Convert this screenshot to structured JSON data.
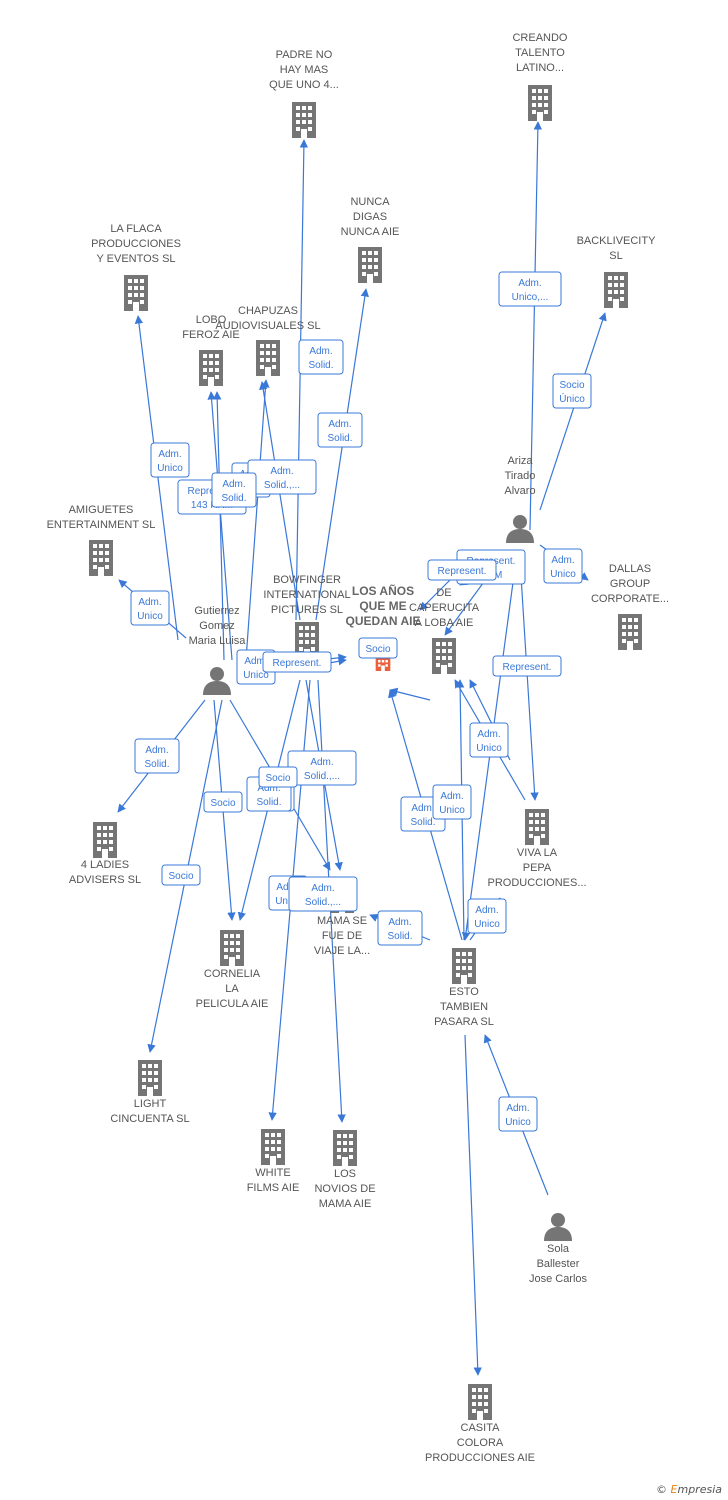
{
  "colors": {
    "edge": "#3a78d8",
    "company": "#757575",
    "focus": "#e8603c",
    "person": "#757575"
  },
  "nodes": [
    {
      "id": "padre",
      "type": "company",
      "lines": [
        "PADRE NO",
        "HAY MAS",
        "QUE UNO 4..."
      ]
    },
    {
      "id": "creando",
      "type": "company",
      "lines": [
        "CREANDO",
        "TALENTO",
        "LATINO..."
      ]
    },
    {
      "id": "nunca",
      "type": "company",
      "lines": [
        "NUNCA",
        "DIGAS",
        "NUNCA AIE"
      ]
    },
    {
      "id": "backlive",
      "type": "company",
      "lines": [
        "BACKLIVECITY",
        "SL"
      ]
    },
    {
      "id": "flaca",
      "type": "company",
      "lines": [
        "LA FLACA",
        "PRODUCCIONES",
        "Y EVENTOS  SL"
      ]
    },
    {
      "id": "lobo",
      "type": "company",
      "lines": [
        "LOBO",
        "FEROZ  AIE"
      ]
    },
    {
      "id": "chapuzas",
      "type": "company",
      "lines": [
        "CHAPUZAS",
        "AUDIOVISUALES SL"
      ]
    },
    {
      "id": "ariza",
      "type": "person",
      "lines": [
        "Ariza",
        "Tirado",
        "Alvaro"
      ]
    },
    {
      "id": "amiguetes",
      "type": "company",
      "lines": [
        "AMIGUETES",
        "ENTERTAINMENT SL"
      ]
    },
    {
      "id": "dallas",
      "type": "company",
      "lines": [
        "DALLAS",
        "GROUP",
        "CORPORATE..."
      ]
    },
    {
      "id": "bowfinger",
      "type": "company",
      "lines": [
        "BOWFINGER",
        "INTERNATIONAL",
        "PICTURES SL"
      ]
    },
    {
      "id": "losanos",
      "type": "focus",
      "lines": [
        "LOS AÑOS",
        "QUE ME",
        "QUEDAN  AIE"
      ]
    },
    {
      "id": "caperucita",
      "type": "company",
      "lines": [
        "DE",
        "CAPERUCITA",
        "A LOBA  AIE"
      ]
    },
    {
      "id": "gutierrez",
      "type": "person",
      "lines": [
        "Gutierrez",
        "Gomez",
        "Maria Luisa"
      ]
    },
    {
      "id": "fourladies",
      "type": "company",
      "lines": [
        "4 LADIES",
        "ADVISERS  SL"
      ]
    },
    {
      "id": "vivalapepa",
      "type": "company",
      "lines": [
        "VIVA LA",
        "PEPA",
        "PRODUCCIONES..."
      ]
    },
    {
      "id": "mamase",
      "type": "company",
      "lines": [
        "MAMA SE",
        "FUE DE",
        "VIAJE LA..."
      ]
    },
    {
      "id": "cornelia",
      "type": "company",
      "lines": [
        "CORNELIA",
        "LA",
        "PELICULA  AIE"
      ]
    },
    {
      "id": "esto",
      "type": "company",
      "lines": [
        "ESTO",
        "TAMBIEN",
        "PASARA  SL"
      ]
    },
    {
      "id": "light",
      "type": "company",
      "lines": [
        "LIGHT",
        "CINCUENTA  SL"
      ]
    },
    {
      "id": "white",
      "type": "company",
      "lines": [
        "WHITE",
        "FILMS AIE"
      ]
    },
    {
      "id": "novios",
      "type": "company",
      "lines": [
        "LOS",
        "NOVIOS DE",
        "MAMA AIE"
      ]
    },
    {
      "id": "sola",
      "type": "person",
      "lines": [
        "Sola",
        "Ballester",
        "Jose Carlos"
      ]
    },
    {
      "id": "casita",
      "type": "company",
      "lines": [
        "CASITA",
        "COLORA",
        "PRODUCCIONES AIE"
      ]
    }
  ],
  "edge_labels": [
    [
      "Adm.",
      "Unico,..."
    ],
    [
      "Socio",
      "Único"
    ],
    [
      "Adm.",
      "Solid."
    ],
    [
      "Adm.",
      "Solid."
    ],
    [
      "Adm.",
      "Unico"
    ],
    [
      "Represent.",
      "143 RRM"
    ],
    [
      "Adm.",
      "Unico"
    ],
    [
      "Adm.",
      "Solid.,..."
    ],
    [
      "Adm.",
      "Solid."
    ],
    [
      "Adm.",
      "Unico"
    ],
    [
      "Adm.",
      "Unico"
    ],
    [
      "Represent."
    ],
    [
      "Socio"
    ],
    [
      "Represent.",
      "RRM"
    ],
    [
      "Represent."
    ],
    [
      "Adm.",
      "Unico"
    ],
    [
      "Represent."
    ],
    [
      "Adm.",
      "Unico"
    ],
    [
      "Adm.",
      "Solid."
    ],
    [
      "Socio"
    ],
    [
      "Socio"
    ],
    [
      "Adm.",
      "Solid."
    ],
    [
      "Adm.",
      "Solid.,..."
    ],
    [
      "Adm.",
      "Solid."
    ],
    [
      "Socio"
    ],
    [
      "Adm.",
      "Unico"
    ],
    [
      "Adm.",
      "Solid.,..."
    ],
    [
      "Adm.",
      "Solid."
    ],
    [
      "Adm.",
      "Solid."
    ],
    [
      "Adm.",
      "Unico"
    ],
    [
      "Adm.",
      "Unico"
    ],
    [
      "Adm.",
      "Unico"
    ]
  ],
  "footer": {
    "copyright": "©",
    "brand_first": "E",
    "brand_rest": "mpresia"
  }
}
